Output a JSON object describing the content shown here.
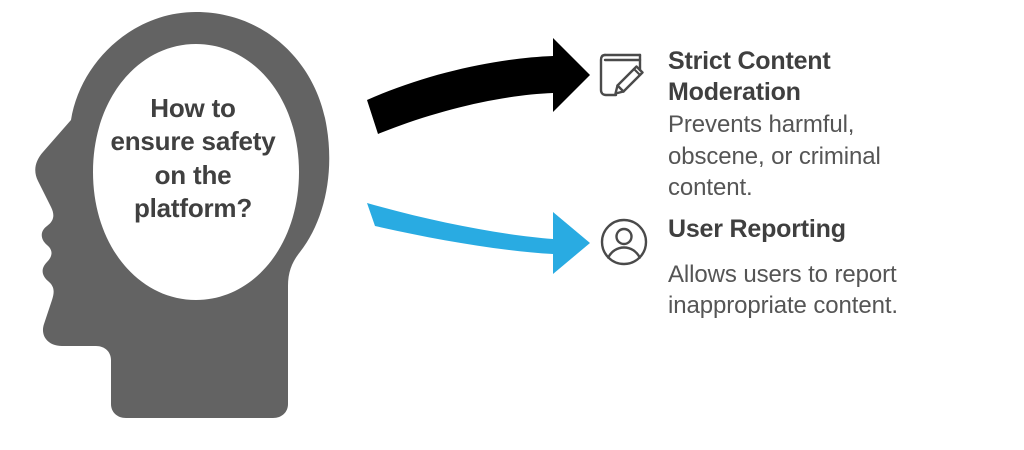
{
  "meta": {
    "background_color": "#ffffff",
    "gray": "#636363",
    "text_dark": "#404040",
    "text_body": "#555555",
    "arrow_black": "#000000",
    "arrow_blue": "#29ABE2"
  },
  "head": {
    "icon_name": "head-silhouette-icon",
    "question_lines": [
      "How to",
      "ensure safety",
      "on the",
      "platform?"
    ]
  },
  "arrows": [
    {
      "name": "arrow-to-moderation",
      "color": "#000000",
      "direction": "right-up"
    },
    {
      "name": "arrow-to-reporting",
      "color": "#29ABE2",
      "direction": "right-down"
    }
  ],
  "items": [
    {
      "icon": "notebook-pencil-icon",
      "title_lines": [
        "Strict Content",
        "Moderation"
      ],
      "title": "Strict Content Moderation",
      "desc_lines": [
        "Prevents harmful,",
        "obscene, or criminal",
        "content."
      ],
      "desc": "Prevents harmful, obscene, or criminal content."
    },
    {
      "icon": "user-circle-icon",
      "title_lines": [
        "User Reporting"
      ],
      "title": "User Reporting",
      "desc_lines": [
        "Allows users to report",
        "inappropriate content."
      ],
      "desc": "Allows users to report inappropriate content."
    }
  ]
}
